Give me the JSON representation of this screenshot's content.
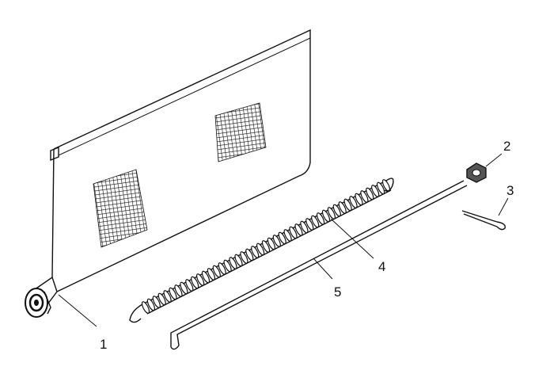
{
  "callouts": {
    "c1": "1",
    "c2": "2",
    "c3": "3",
    "c4": "4",
    "c5": "5"
  },
  "parts": {
    "screen_panel": "roller-screen",
    "spring": "tension-spring",
    "rod": "rod",
    "nut": "nut",
    "pin": "split-pin"
  },
  "colors": {
    "ink": "#111111",
    "paper": "#ffffff"
  }
}
